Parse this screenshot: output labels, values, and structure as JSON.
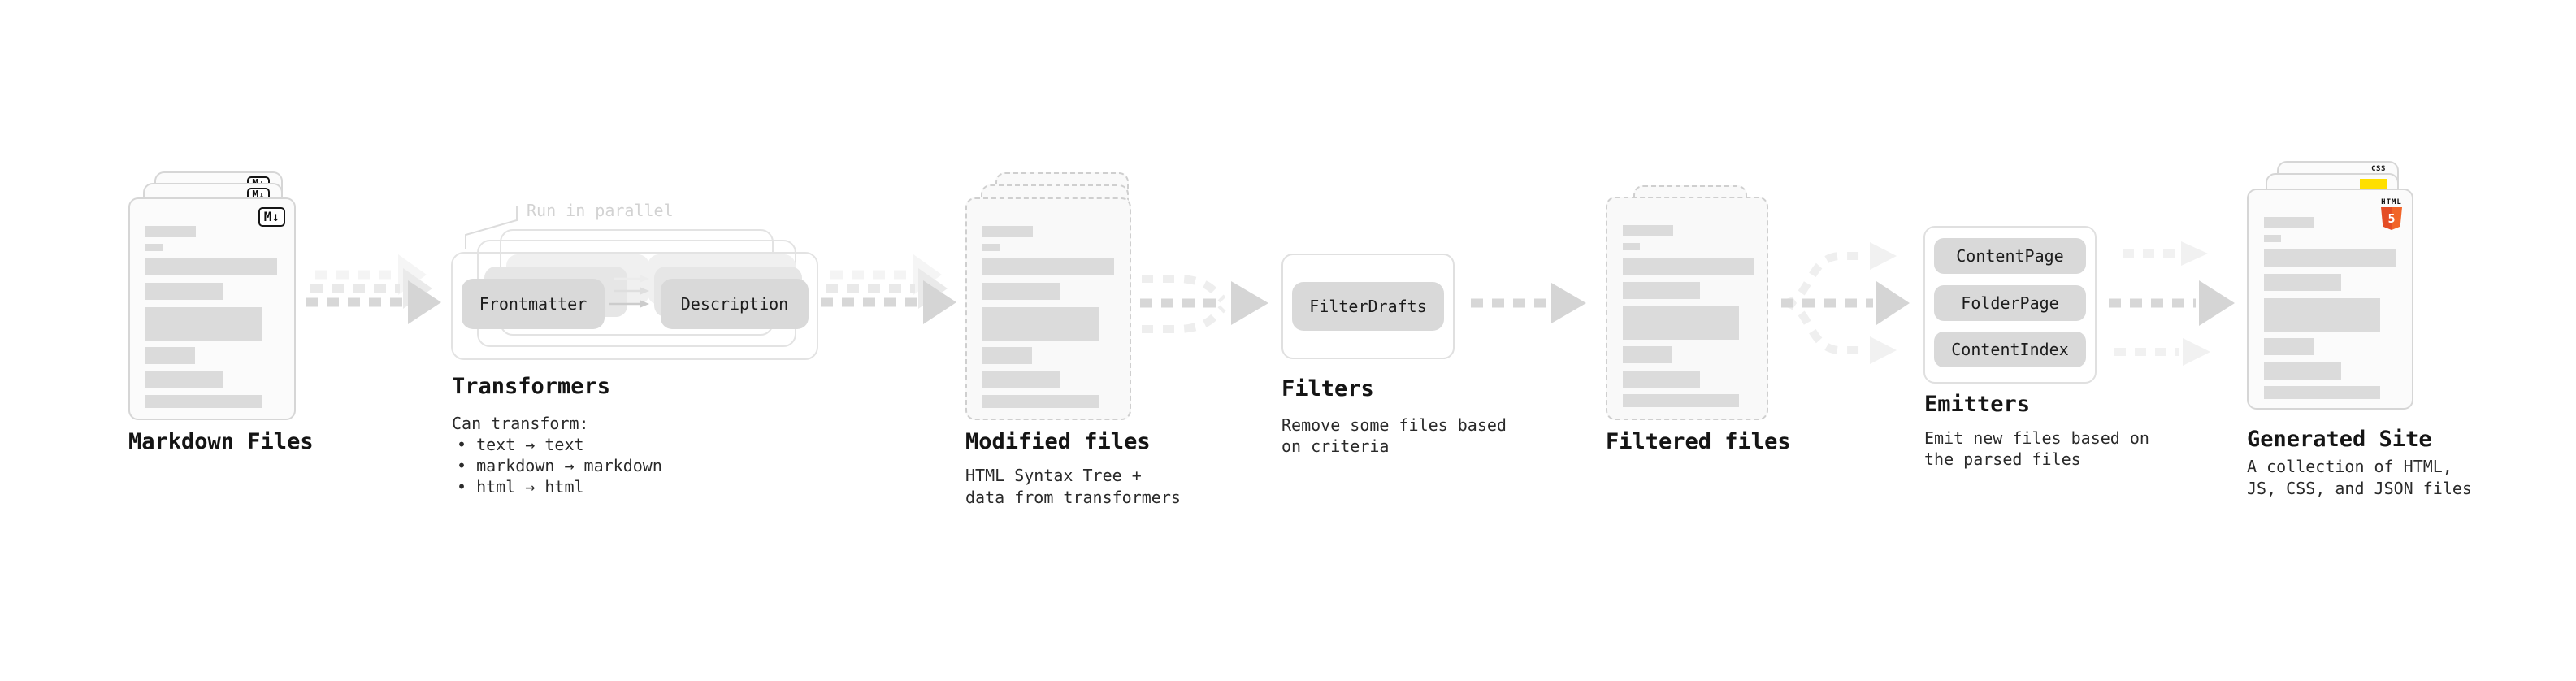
{
  "colors": {
    "arrow_gray": "#d7d7d7",
    "arrow_light": "#f1f1f1",
    "chip_gray": "#d9d9d9",
    "bar_gray": "#dbdbdb",
    "css_blue": "#2162ae",
    "js_yellow": "#ffdf00",
    "html_orange": "#e44d26"
  },
  "stages": {
    "markdown_files": {
      "label": "Markdown Files",
      "badge": "M↓"
    },
    "transformers": {
      "heading": "Transformers",
      "note": "Run in parallel",
      "transformer_a": "Frontmatter",
      "transformer_b": "Description",
      "desc_title": "Can transform:",
      "bullets": [
        "• text → text",
        "• markdown → markdown",
        "• html → html"
      ]
    },
    "modified_files": {
      "label": "Modified files",
      "desc_line1": "HTML Syntax Tree +",
      "desc_line2": "data from transformers"
    },
    "filters": {
      "heading": "Filters",
      "filter_name": "FilterDrafts",
      "desc_line1": "Remove some files based",
      "desc_line2": "on criteria"
    },
    "filtered_files": {
      "label": "Filtered files"
    },
    "emitters": {
      "heading": "Emitters",
      "emitter_1": "ContentPage",
      "emitter_2": "FolderPage",
      "emitter_3": "ContentIndex",
      "desc_line1": "Emit new files based on",
      "desc_line2": "the parsed files"
    },
    "generated_site": {
      "label": "Generated Site",
      "desc_line1": "A collection of HTML,",
      "desc_line2": "JS, CSS, and JSON files",
      "css_badge": "CSS",
      "html_badge_label": "HTML",
      "html_badge_number": "5"
    }
  }
}
